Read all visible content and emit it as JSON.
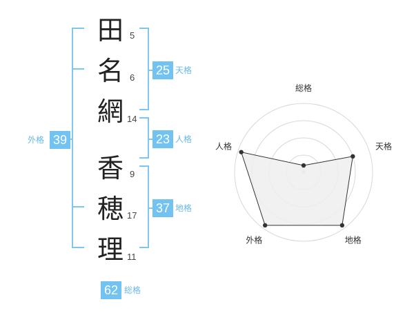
{
  "surname": [
    {
      "char": "田",
      "strokes": "5"
    },
    {
      "char": "名",
      "strokes": "6"
    },
    {
      "char": "網",
      "strokes": "14"
    }
  ],
  "given": [
    {
      "char": "香",
      "strokes": "9"
    },
    {
      "char": "穂",
      "strokes": "17"
    },
    {
      "char": "理",
      "strokes": "11"
    }
  ],
  "kaku": {
    "tenkaku": {
      "value": "25",
      "label": "天格"
    },
    "jinkaku": {
      "value": "23",
      "label": "人格"
    },
    "chikaku": {
      "value": "37",
      "label": "地格"
    },
    "gaikaku": {
      "value": "39",
      "label": "外格"
    },
    "soukaku": {
      "value": "62",
      "label": "総格"
    }
  },
  "colors": {
    "accent": "#72c3f1",
    "line": "#7dc6f2",
    "radar_fill": "#efefef"
  },
  "chart_data": {
    "type": "radar",
    "axes": [
      "総格",
      "天格",
      "地格",
      "外格",
      "人格"
    ],
    "values": [
      0.1,
      0.75,
      0.95,
      0.95,
      0.95
    ],
    "rings": 4,
    "grid": true
  }
}
